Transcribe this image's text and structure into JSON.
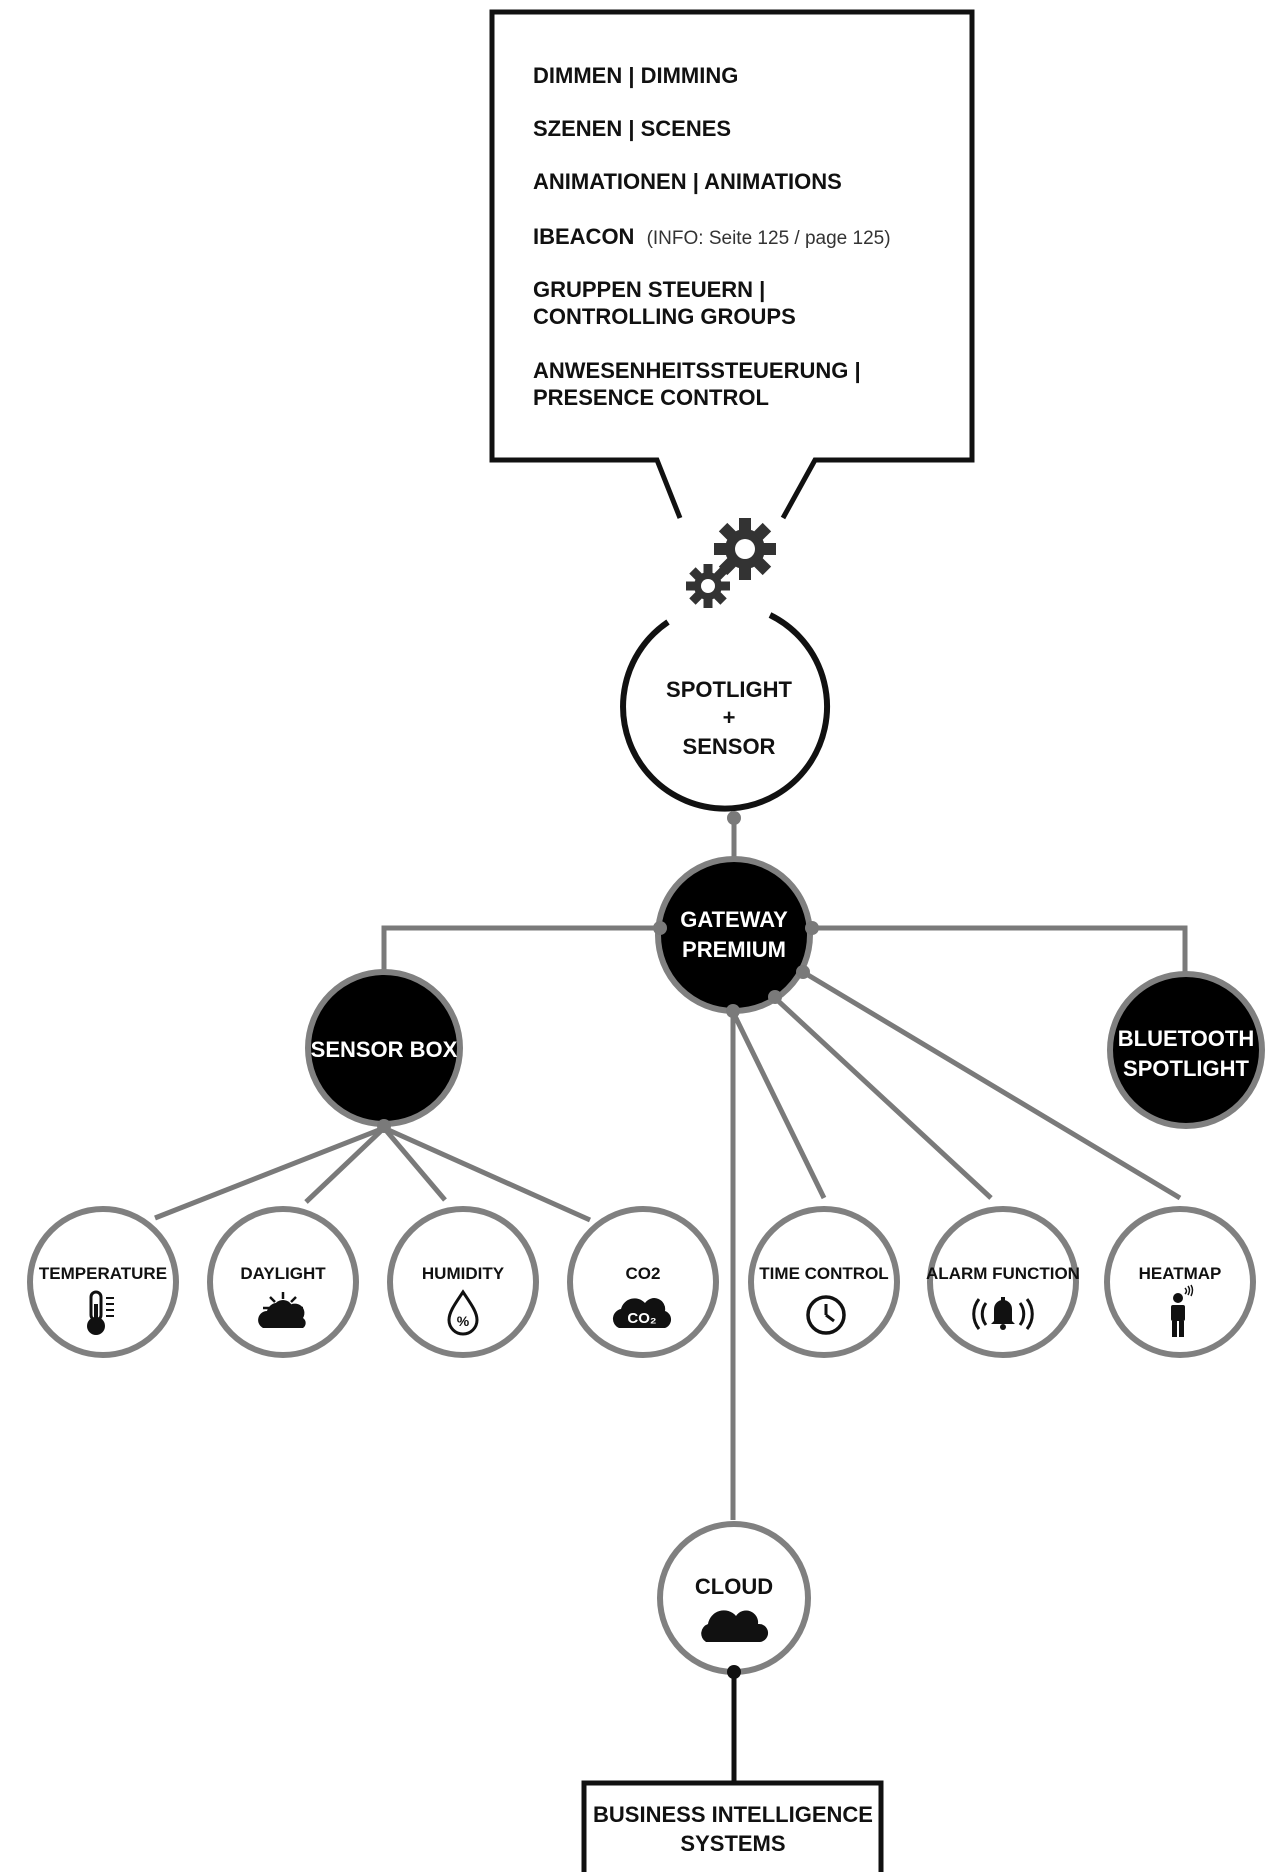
{
  "callout": {
    "items": [
      {
        "label": "DIMMEN | DIMMING"
      },
      {
        "label": "SZENEN | SCENES"
      },
      {
        "label": "ANIMATIONEN | ANIMATIONS"
      },
      {
        "label": "IBEACON",
        "info": "(INFO: Seite 125 / page 125)"
      },
      {
        "label": "GRUPPEN STEUERN |",
        "label2": "CONTROLLING GROUPS"
      },
      {
        "label": "ANWESENHEITSSTEUERUNG |",
        "label2": "PRESENCE CONTROL"
      }
    ]
  },
  "nodes": {
    "spotlight": {
      "line1": "SPOTLIGHT",
      "line2": "+",
      "line3": "SENSOR"
    },
    "gateway": {
      "line1": "GATEWAY",
      "line2": "PREMIUM"
    },
    "sensor_box": {
      "line1": "SENSOR BOX"
    },
    "bluetooth": {
      "line1": "BLUETOOTH",
      "line2": "SPOTLIGHT"
    },
    "cloud": {
      "line1": "CLOUD"
    },
    "bi": {
      "line1": "BUSINESS INTELLIGENCE",
      "line2": "SYSTEMS"
    }
  },
  "leaves": [
    {
      "label": "TEMPERATURE",
      "icon": "thermometer-icon"
    },
    {
      "label": "DAYLIGHT",
      "icon": "sun-cloud-icon"
    },
    {
      "label": "HUMIDITY",
      "icon": "water-drop-icon"
    },
    {
      "label": "CO2",
      "icon": "co2-cloud-icon",
      "icon_text": "CO₂"
    },
    {
      "label": "TIME CONTROL",
      "icon": "clock-icon"
    },
    {
      "label": "ALARM FUNCTION",
      "icon": "alarm-bell-icon"
    },
    {
      "label": "HEATMAP",
      "icon": "person-heat-icon"
    }
  ],
  "colors": {
    "line": "#7a7a7a",
    "dark_node": "#000000",
    "ring": "#808080",
    "text_on_dark": "#ffffff"
  }
}
